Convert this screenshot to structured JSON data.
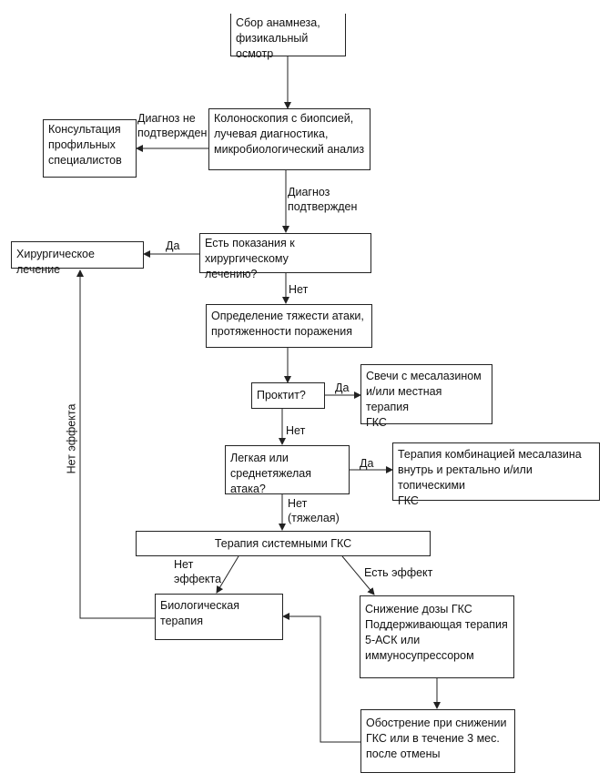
{
  "nodes": {
    "anamnesis": "Сбор анамнеза,\nфизикальный осмотр",
    "colonoscopy": "Колоноскопия с биопсией,\nлучевая диагностика,\nмикробиологический анализ",
    "consult": "Консультация\nпрофильных\nспециалистов",
    "surgery_q": "Есть показания к хирургическому\nлечению?",
    "surgery": "Хирургическое лечение",
    "severity": "Определение тяжести атаки,\nпротяженности поражения",
    "proctitis_q": "Проктит?",
    "suppositories": "Свечи с месалазином\nи/или местная терапия\nГКС",
    "mild_q": "Легкая или\nсреднетяжелая атака?",
    "combo": "Терапия комбинацией месалазина\nвнутрь и ректально и/или топическими\nГКС",
    "systemic": "Терапия системными ГКС",
    "biologic": "Биологическая\nтерапия",
    "reduce": "Снижение дозы ГКС\nПоддерживающая терапия\n5-АСК или\nиммуносупрессором",
    "exacerbation": "Обострение при снижении\nГКС или в течение 3 мес.\nпосле отмены"
  },
  "labels": {
    "not_confirmed": "Диагноз не\nподтвержден",
    "confirmed": "Диагноз\nподтвержден",
    "yes1": "Да",
    "no1": "Нет",
    "yes2": "Да",
    "no2": "Нет",
    "yes3": "Да",
    "no_severe": "Нет\n(тяжелая)",
    "no_effect": "Нет\nэффекта",
    "has_effect": "Есть эффект",
    "no_effect_vertical": "Нет эффекта"
  },
  "colors": {
    "line": "#222222",
    "border": "#222222"
  }
}
